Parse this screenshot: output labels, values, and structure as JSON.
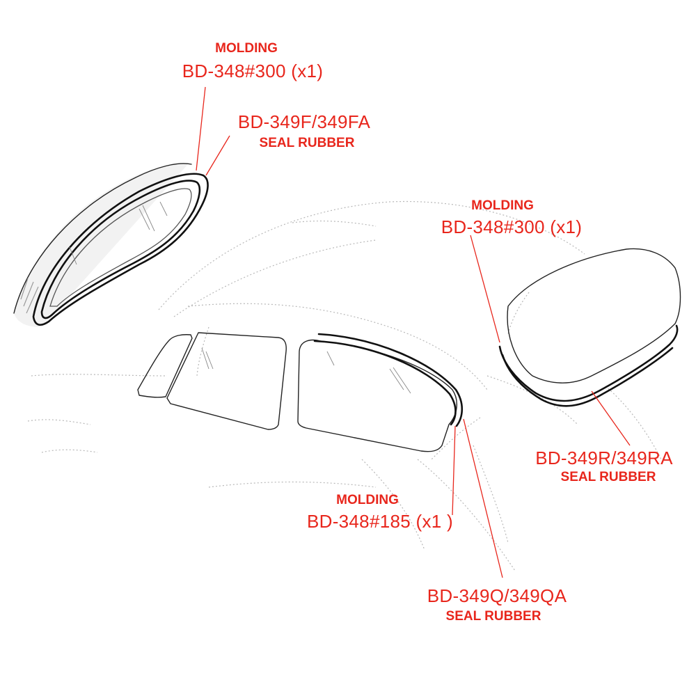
{
  "labels": {
    "front_molding": {
      "title": "MOLDING",
      "part": "BD-348#300 (x1)"
    },
    "front_seal": {
      "part": "BD-349F/349FA",
      "title": "SEAL RUBBER"
    },
    "rear_molding": {
      "title": "MOLDING",
      "part": "BD-348#300 (x1)"
    },
    "rear_seal": {
      "part": "BD-349R/349RA",
      "title": "SEAL RUBBER"
    },
    "quarter_molding": {
      "title": "MOLDING",
      "part": "BD-348#185 (x1 )"
    },
    "quarter_seal": {
      "part": "BD-349Q/349QA",
      "title": "SEAL RUBBER"
    }
  },
  "colors": {
    "label": "#e8261c",
    "outline": "#111111",
    "sketch": "#b8b8b8"
  }
}
